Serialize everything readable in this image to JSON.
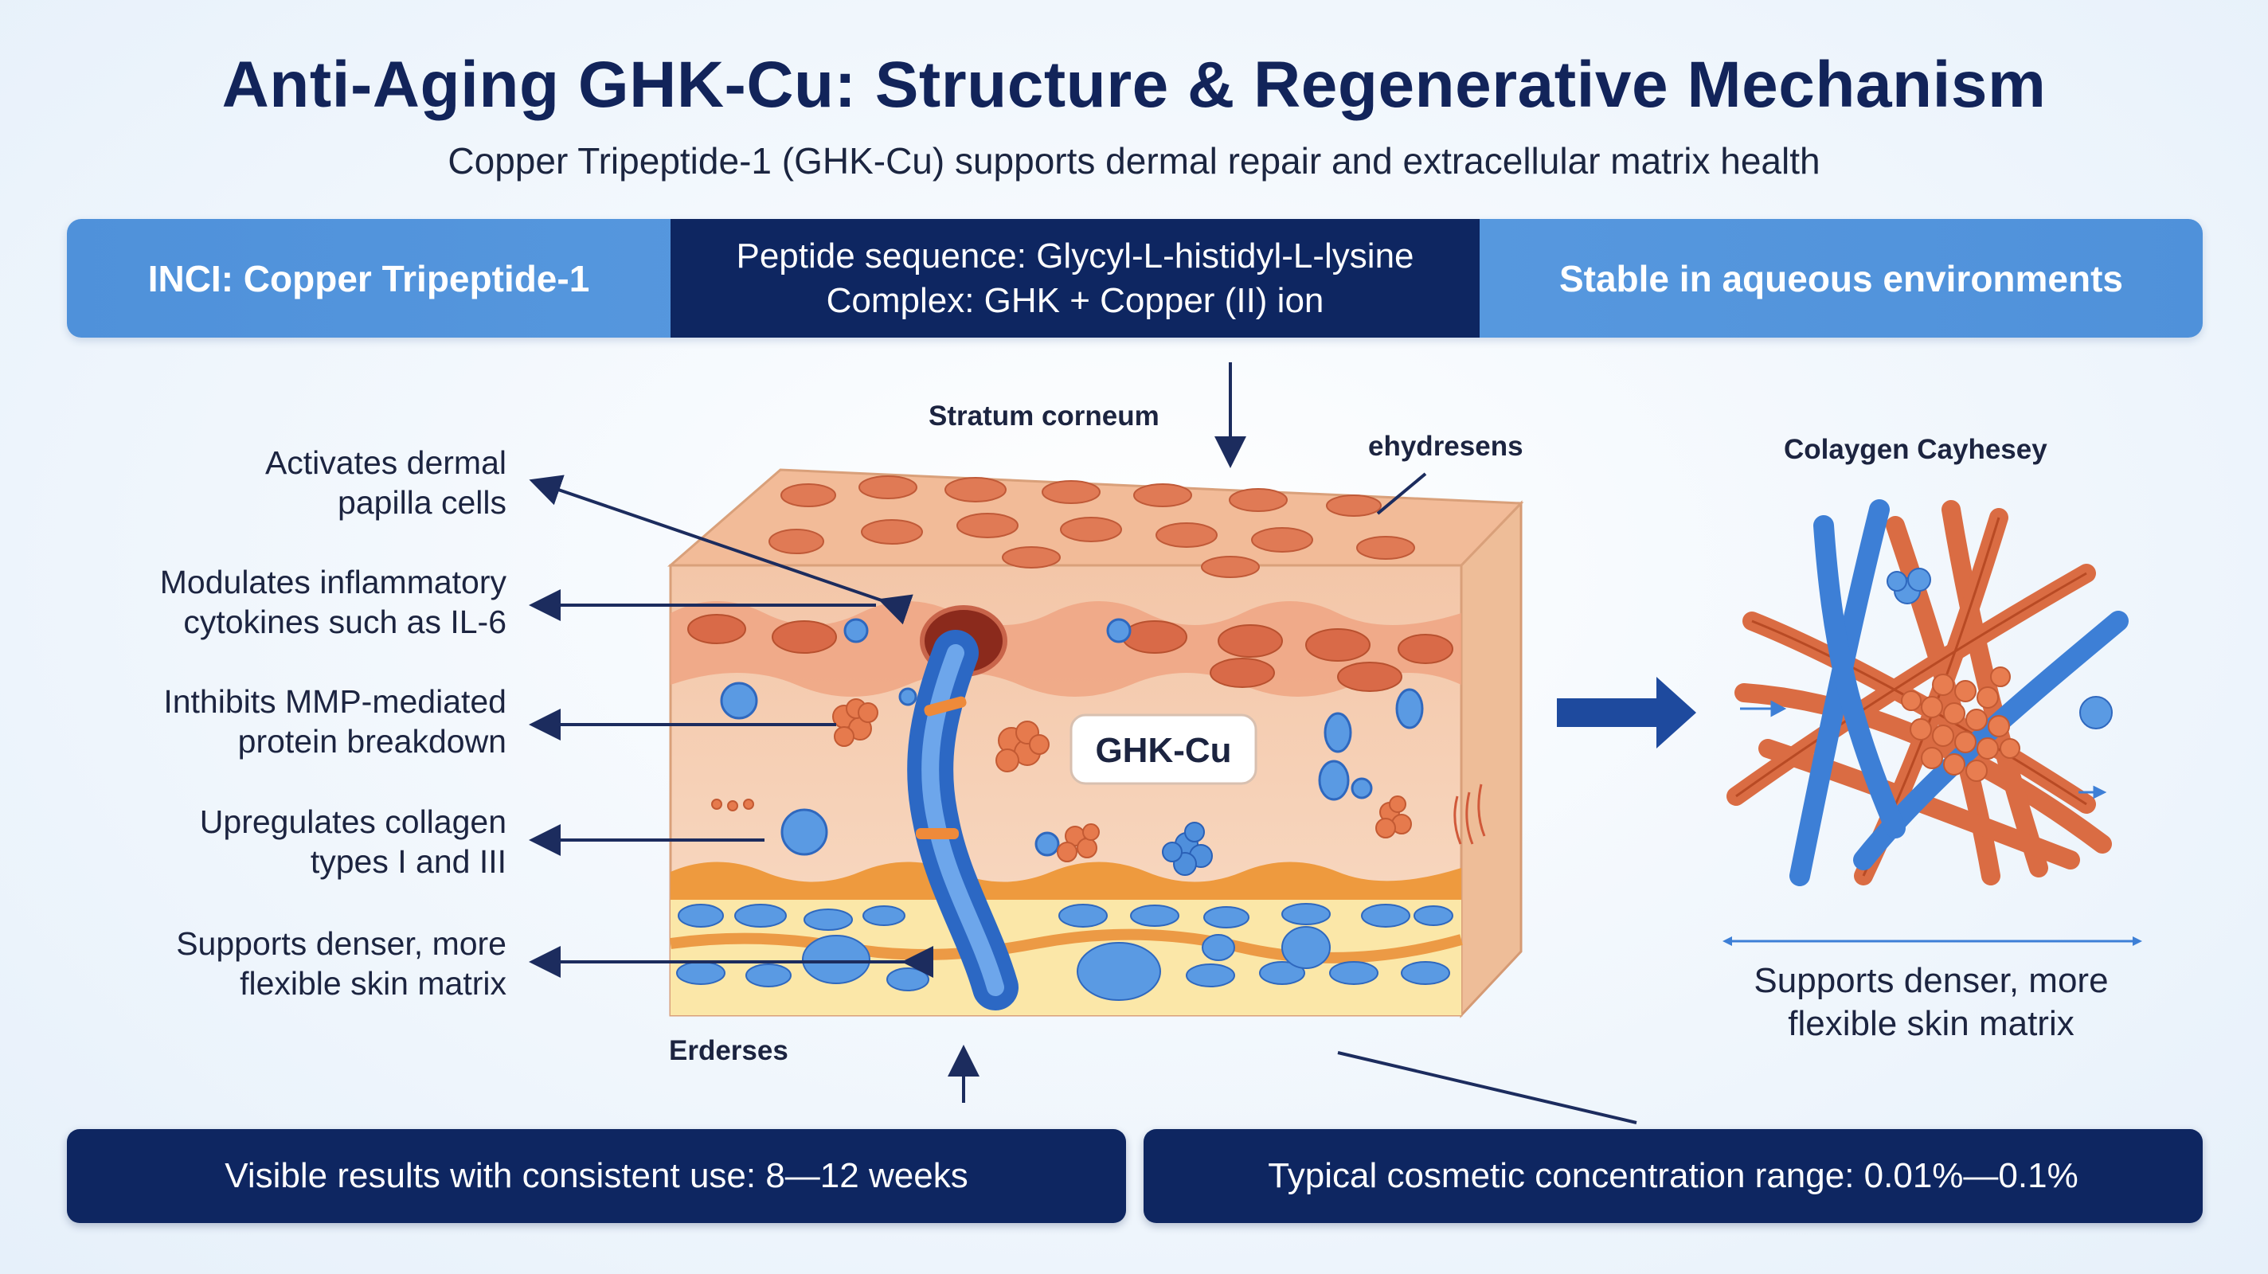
{
  "header": {
    "title": "Anti-Aging GHK-Cu: Structure & Regenerative Mechanism",
    "subtitle": "Copper Tripeptide-1 (GHK-Cu) supports dermal repair and extracellular matrix health"
  },
  "info_band": {
    "inci": "INCI: Copper Tripeptide-1",
    "sequence": "Peptide sequence: Glycyl-L-histidyl-L-lysine",
    "complex": "Complex: GHK + Copper (II) ion",
    "stability": "Stable in aqueous environments"
  },
  "benefits": [
    {
      "line1": "Activates dermal",
      "line2": "papilla cells"
    },
    {
      "line1": "Modulates inflammatory",
      "line2": "cytokines such as IL-6"
    },
    {
      "line1": "Inthibits MMP-mediated",
      "line2": "protein breakdown"
    },
    {
      "line1": "Upregulates collagen",
      "line2": "types I and III"
    },
    {
      "line1": "Supports denser, more",
      "line2": "flexible skin matrix"
    }
  ],
  "skin_labels": {
    "stratum": "Stratum corneum",
    "ehydresens": "ehydresens",
    "erderses": "Erderses",
    "molecule": "GHK-Cu"
  },
  "matrix": {
    "title": "Colaygen Cayhesey",
    "caption_line1": "Supports denser, more",
    "caption_line2": "flexible skin matrix"
  },
  "footer": {
    "left": "Visible results with consistent use: 8—12 weeks",
    "right": "Typical cosmetic concentration range: 0.01%—0.1%"
  },
  "colors": {
    "navy": "#0e2661",
    "band_blue": "#4f91da",
    "skin_peach": "#f6cdb0",
    "collagen_orange": "#e0703f",
    "fiber_blue": "#3d7fd6"
  }
}
